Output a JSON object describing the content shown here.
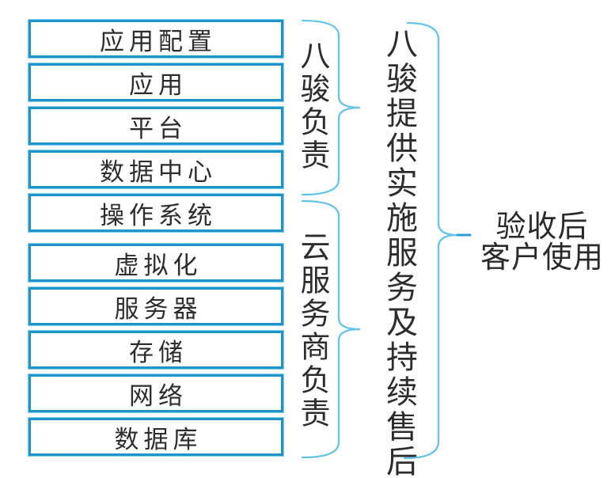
{
  "colors": {
    "box_border": "#1e94c9",
    "box_border_light": "#7fd0ee",
    "brace": "#66c4e8",
    "brace_tip_dash": "#2a9fd6",
    "text": "#2d2d2d",
    "background": "#ffffff"
  },
  "stack": {
    "layers": [
      "应用配置",
      "应用",
      "平台",
      "数据中心",
      "操作系统",
      "虚拟化",
      "服务器",
      "存储",
      "网络",
      "数据库"
    ]
  },
  "groups": {
    "bajun": {
      "label": "八骏负责"
    },
    "cloud_provider": {
      "label": "云服务商负责"
    }
  },
  "annotations": {
    "service": "八骏提供实施服务及持续售后",
    "acceptance_line1": "验收后",
    "acceptance_line2": "客户使用"
  }
}
